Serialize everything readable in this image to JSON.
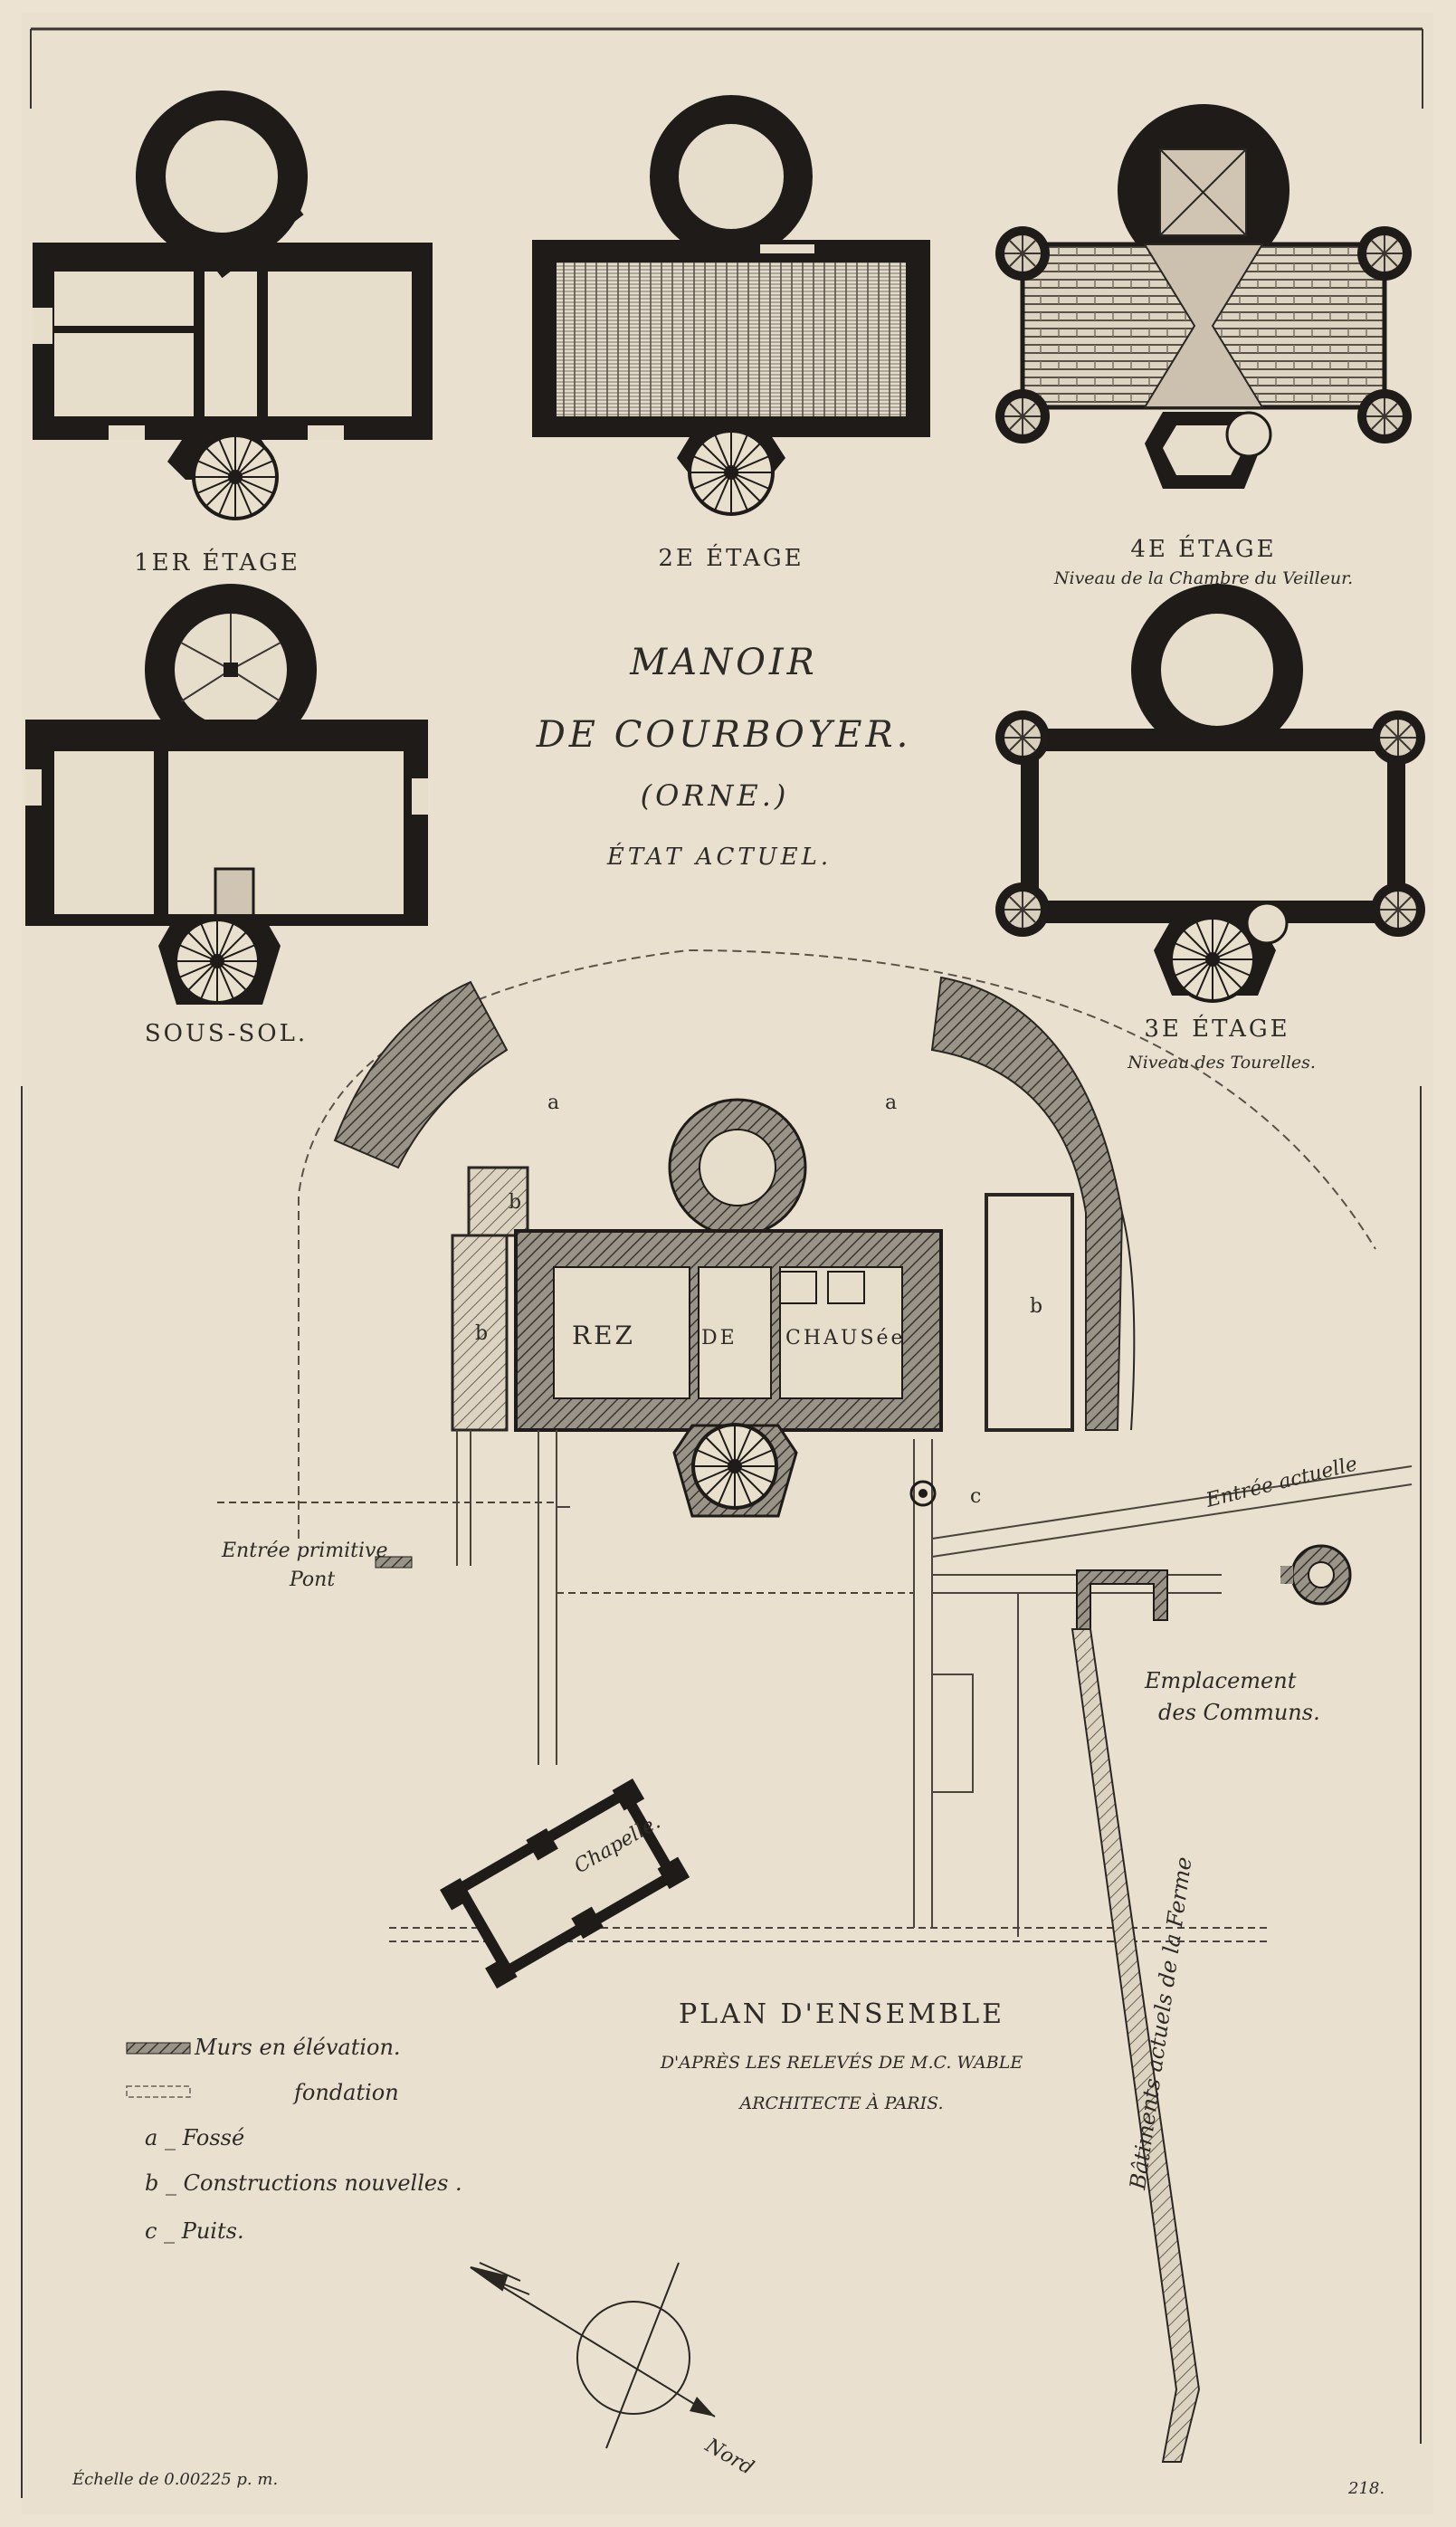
{
  "title": {
    "line1": "MANOIR",
    "line2": "DE COURBOYER.",
    "line3": "(ORNE.)",
    "line4": "ÉTAT ACTUEL."
  },
  "plans": {
    "first": "1ER ÉTAGE",
    "second": "2E ÉTAGE",
    "fourth": "4E ÉTAGE",
    "fourth_sub": "Niveau de la Chambre du Veilleur.",
    "cellar": "SOUS-SOL.",
    "third": "3E ÉTAGE",
    "third_sub": "Niveau des Tourelles."
  },
  "site": {
    "rez1": "REZ",
    "rez2": "DE",
    "rez3": "CHAUSée",
    "chapel": "Chapelle.",
    "entree_actuelle": "Entrée actuelle",
    "entree_primitive": "Entrée primitive",
    "pont": "Pont",
    "emplacement1": "Emplacement",
    "emplacement2": "des Communs.",
    "batiments": "Bâtiments actuels de la Ferme",
    "label_a": "a",
    "label_b": "b",
    "label_c": "c"
  },
  "plan_title": {
    "line1": "PLAN D'ENSEMBLE",
    "line2": "D'APRÈS LES RELEVÉS DE M.C. WABLE",
    "line3": "ARCHITECTE À PARIS."
  },
  "legend": {
    "walls": "Murs en élévation.",
    "foundation": "fondation",
    "a": "a _ Fossé",
    "b": "b _ Constructions nouvelles .",
    "c": "c _ Puits."
  },
  "scale": "Échelle de 0.00225 p. m.",
  "north": "Nord",
  "page_number": "218."
}
